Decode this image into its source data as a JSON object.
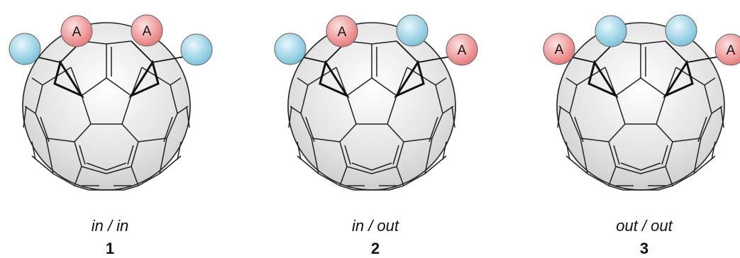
{
  "colors": {
    "ball_blue": "#7cc3db",
    "ball_red": "#e87b7b",
    "sphere_shade": "#cfcfcf"
  },
  "panels": [
    {
      "caption": "in / in",
      "number": "1",
      "balls": {
        "outer_left": "blue",
        "inner_left": "A",
        "inner_right": "A",
        "outer_right": "blue"
      }
    },
    {
      "caption": "in / out",
      "number": "2",
      "balls": {
        "outer_left": "blue",
        "inner_left": "A",
        "inner_right": "blue",
        "outer_right": "A"
      }
    },
    {
      "caption": "out / out",
      "number": "3",
      "balls": {
        "outer_left": "A",
        "inner_left": "blue",
        "inner_right": "blue",
        "outer_right": "A"
      }
    }
  ]
}
